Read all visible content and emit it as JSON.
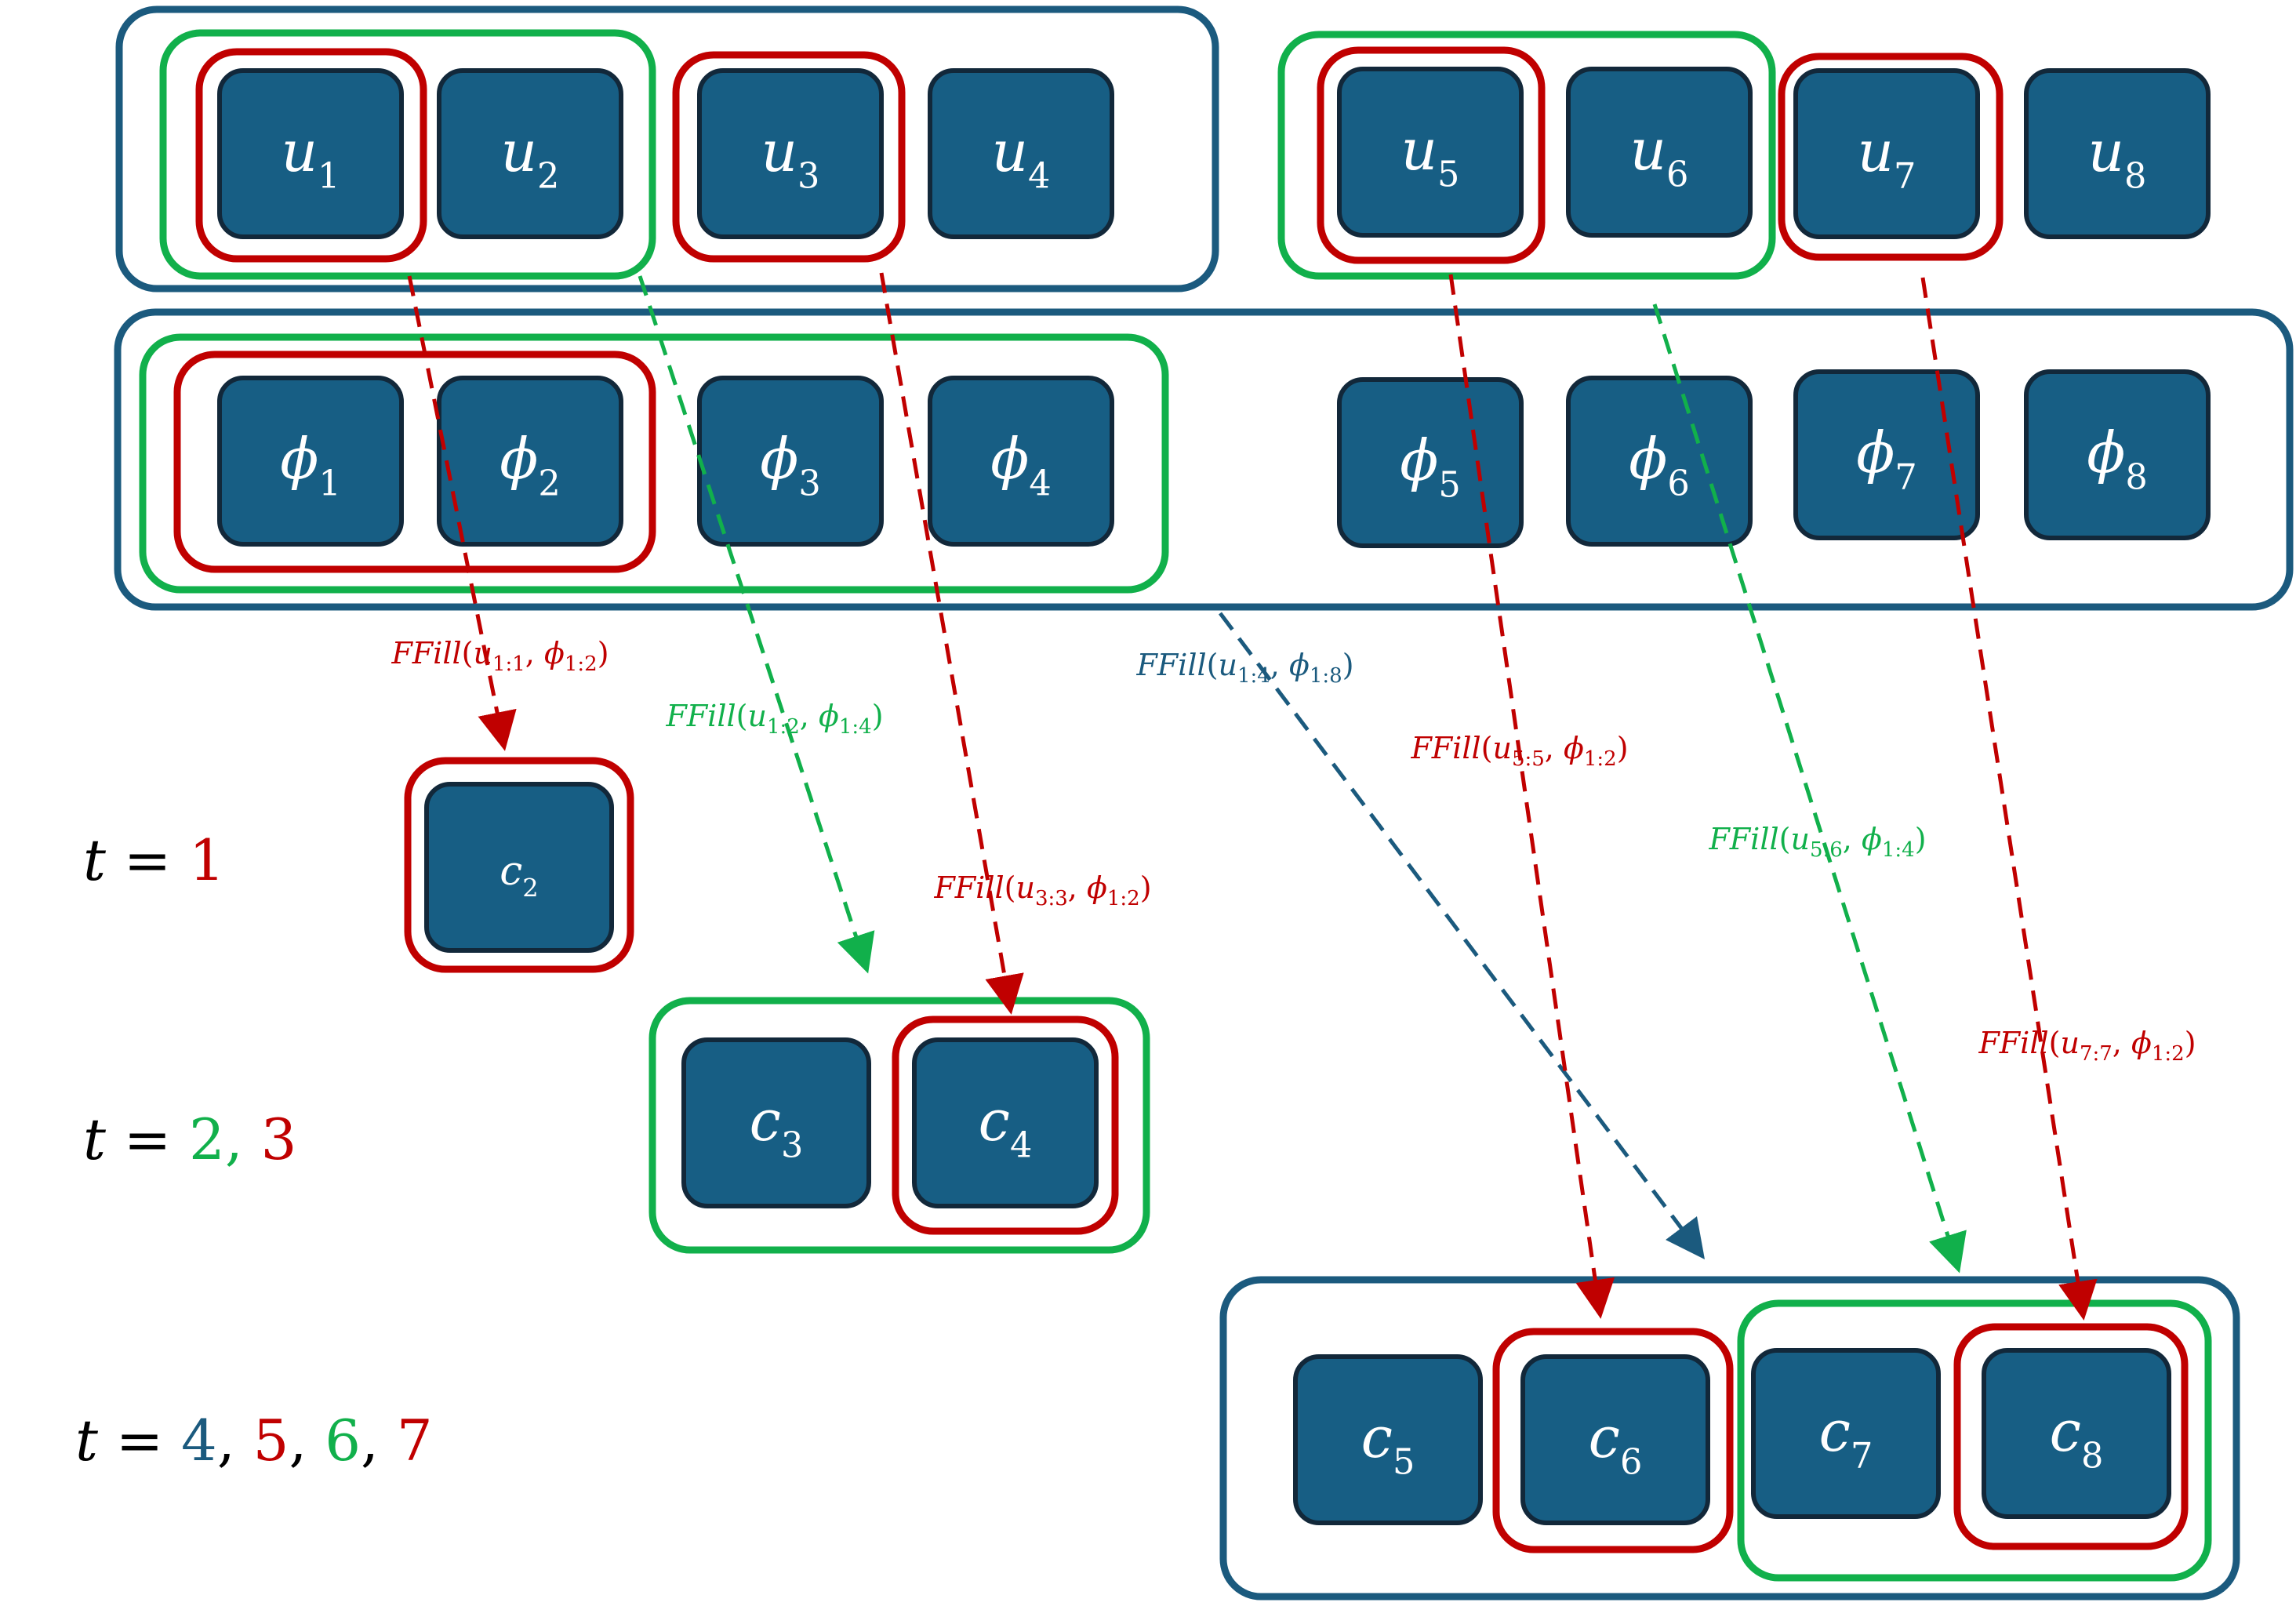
{
  "colors": {
    "node_fill": "#175e84",
    "node_stroke": "#12283a",
    "blue": "#1b5a7e",
    "red": "#c00000",
    "green": "#11b04b",
    "black": "#000000"
  },
  "rows": {
    "u": [
      {
        "base": "u",
        "sub": "1"
      },
      {
        "base": "u",
        "sub": "2"
      },
      {
        "base": "u",
        "sub": "3"
      },
      {
        "base": "u",
        "sub": "4"
      },
      {
        "base": "u",
        "sub": "5"
      },
      {
        "base": "u",
        "sub": "6"
      },
      {
        "base": "u",
        "sub": "7"
      },
      {
        "base": "u",
        "sub": "8"
      }
    ],
    "phi": [
      {
        "base": "ϕ",
        "sub": "1"
      },
      {
        "base": "ϕ",
        "sub": "2"
      },
      {
        "base": "ϕ",
        "sub": "3"
      },
      {
        "base": "ϕ",
        "sub": "4"
      },
      {
        "base": "ϕ",
        "sub": "5"
      },
      {
        "base": "ϕ",
        "sub": "6"
      },
      {
        "base": "ϕ",
        "sub": "7"
      },
      {
        "base": "ϕ",
        "sub": "8"
      }
    ],
    "c": [
      {
        "base": "c",
        "sub": "2"
      },
      {
        "base": "c",
        "sub": "3"
      },
      {
        "base": "c",
        "sub": "4"
      },
      {
        "base": "c",
        "sub": "5"
      },
      {
        "base": "c",
        "sub": "6"
      },
      {
        "base": "c",
        "sub": "7"
      },
      {
        "base": "c",
        "sub": "8"
      }
    ]
  },
  "edges": [
    {
      "fn": "FFill",
      "u": "1:1",
      "phi": "1:2",
      "color": "red"
    },
    {
      "fn": "FFill",
      "u": "1:2",
      "phi": "1:4",
      "color": "green"
    },
    {
      "fn": "FFill",
      "u": "3:3",
      "phi": "1:2",
      "color": "red"
    },
    {
      "fn": "FFill",
      "u": "1:4",
      "phi": "1:8",
      "color": "blue"
    },
    {
      "fn": "FFill",
      "u": "5:5",
      "phi": "1:2",
      "color": "red"
    },
    {
      "fn": "FFill",
      "u": "5:6",
      "phi": "1:4",
      "color": "green"
    },
    {
      "fn": "FFill",
      "u": "7:7",
      "phi": "1:2",
      "color": "red"
    }
  ],
  "steps": [
    {
      "prefix": "t = ",
      "values": [
        {
          "text": "1",
          "color": "red"
        }
      ]
    },
    {
      "prefix": "t = ",
      "values": [
        {
          "text": "2",
          "color": "green"
        },
        {
          "text": ", ",
          "color": "green"
        },
        {
          "text": "3",
          "color": "red"
        }
      ]
    },
    {
      "prefix": "t = ",
      "values": [
        {
          "text": "4",
          "color": "blue"
        },
        {
          "text": ", ",
          "color": "black"
        },
        {
          "text": "5",
          "color": "red"
        },
        {
          "text": ", ",
          "color": "black"
        },
        {
          "text": "6",
          "color": "green"
        },
        {
          "text": ", ",
          "color": "black"
        },
        {
          "text": "7",
          "color": "red"
        }
      ]
    }
  ]
}
